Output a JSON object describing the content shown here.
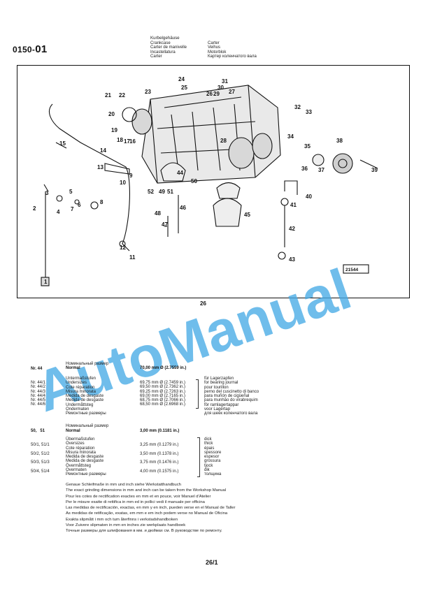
{
  "header": {
    "code_prefix": "0150-",
    "code_suffix": "01",
    "titles": [
      [
        "Kurbelgehäuse",
        ""
      ],
      [
        "Crankcase",
        "Carter"
      ],
      [
        "Carter de manivelle",
        "Veihus"
      ],
      [
        "Incastellatura",
        "Motorblok"
      ],
      [
        "Carter",
        "Картер коленчатого вала"
      ]
    ]
  },
  "diagram": {
    "part_numbers": [
      "1",
      "2",
      "3",
      "4",
      "5",
      "6",
      "7",
      "8",
      "9",
      "10",
      "11",
      "12",
      "13",
      "14",
      "15",
      "16",
      "17",
      "18",
      "19",
      "20",
      "21",
      "22",
      "23",
      "24",
      "25",
      "26",
      "27",
      "28",
      "29",
      "30",
      "31",
      "32",
      "33",
      "34",
      "35",
      "36",
      "37",
      "38",
      "39",
      "40",
      "41",
      "42",
      "43",
      "44",
      "45",
      "46",
      "47",
      "48",
      "49",
      "50",
      "51",
      "52"
    ],
    "drawing_number": "21544",
    "page_label": "26"
  },
  "spec_44": {
    "nr_label": "Nr. 44",
    "normal_head_ru": "Номинальный размер",
    "normal_head": "Normal",
    "normal_value": "70,00 mm Ø (2.7559 in.)",
    "under_labels": [
      "Untermaßstufen",
      "Undersizes",
      "Cote réparation",
      "Misura minorata",
      "Medida de desgaste",
      "Medida de desgaste",
      "Undermåttsteg",
      "Ondermaten",
      "Ремонтные размеры"
    ],
    "nr_list": [
      "Nr. 44/1",
      "Nr. 44/2",
      "Nr. 44/3",
      "Nr. 44/4",
      "Nr. 44/5",
      "Nr. 44/6"
    ],
    "values": [
      "69,75 mm Ø (2.7459 in.)",
      "69,50 mm Ø (2.7362 in.)",
      "69,25 mm Ø (2.7263 in.)",
      "69,00 mm Ø (2.7165 in.)",
      "68,75 mm Ø (2.7066 in.)",
      "68,50 mm Ø (2.6968 in.)"
    ],
    "for_labels": [
      "für Lagerzapfen",
      "for bearing journal",
      "pour tourillon",
      "perno del cuscinetto di banco",
      "para muñón de cigüeñal",
      "para munhão do virabrequim",
      "för ramlagertappar",
      "voor Lagertap",
      "для шеек коленчатого вала"
    ]
  },
  "spec_50": {
    "nr_label": "50,",
    "nr_label2": "51",
    "normal_head_ru": "Номинальный размер",
    "normal_head": "Normal",
    "normal_value": "3,00 mm (0.1181 in.)",
    "under_labels": [
      "Übermaßstufen",
      "Oversizes",
      "Cote réparation",
      "Misura minorata",
      "Medida de desgaste",
      "Medida de desgaste",
      "Övermåttsteg",
      "Overmaten",
      "Ремонтные размеры"
    ],
    "nr_list": [
      "50/1, 51/1",
      "50/2, 51/2",
      "50/3, 51/3",
      "50/4, 51/4"
    ],
    "values": [
      "3,25 mm (0.1279 in.)",
      "3,50 mm (0.1378 in.)",
      "3,75 mm (0.1476 in.)",
      "4,00 mm (0.1575 in.)"
    ],
    "thick_labels": [
      "dick",
      "thick",
      "épais",
      "spessore",
      "espesor",
      "grossura",
      "tjock",
      "dik",
      "толщина"
    ]
  },
  "notes": [
    "Genaue Schleifmaße in mm und inch siehe Werkstatthandbuch",
    "The exact grinding dimensions in mm and inch can be taken from the Workshop Manual",
    "Pour les cotes de rectification exactes en mm et en pouce, voir Manuel d'Atelier",
    "Per le misure esatte di rettifica in mm ed in pollici vedi il manuale per officina",
    "Las medidas de rectificación, exactas, en mm y en inch, pueden verse en el Manual de Taller",
    "As medidas de retificação, exatas, em mm e em inch podem verse no Manual de Oficina",
    "Exakta slipmått i mm och tum återfinns i verkstadshandboken",
    "Voor Zuivere slipmaten in mm en inches zie werkplaats handboek",
    "Точные размеры для шлифования в мм. и дюймах см. В руководстве по ремонту."
  ],
  "watermark": "AutoManual",
  "footer": {
    "page": "26/1"
  }
}
